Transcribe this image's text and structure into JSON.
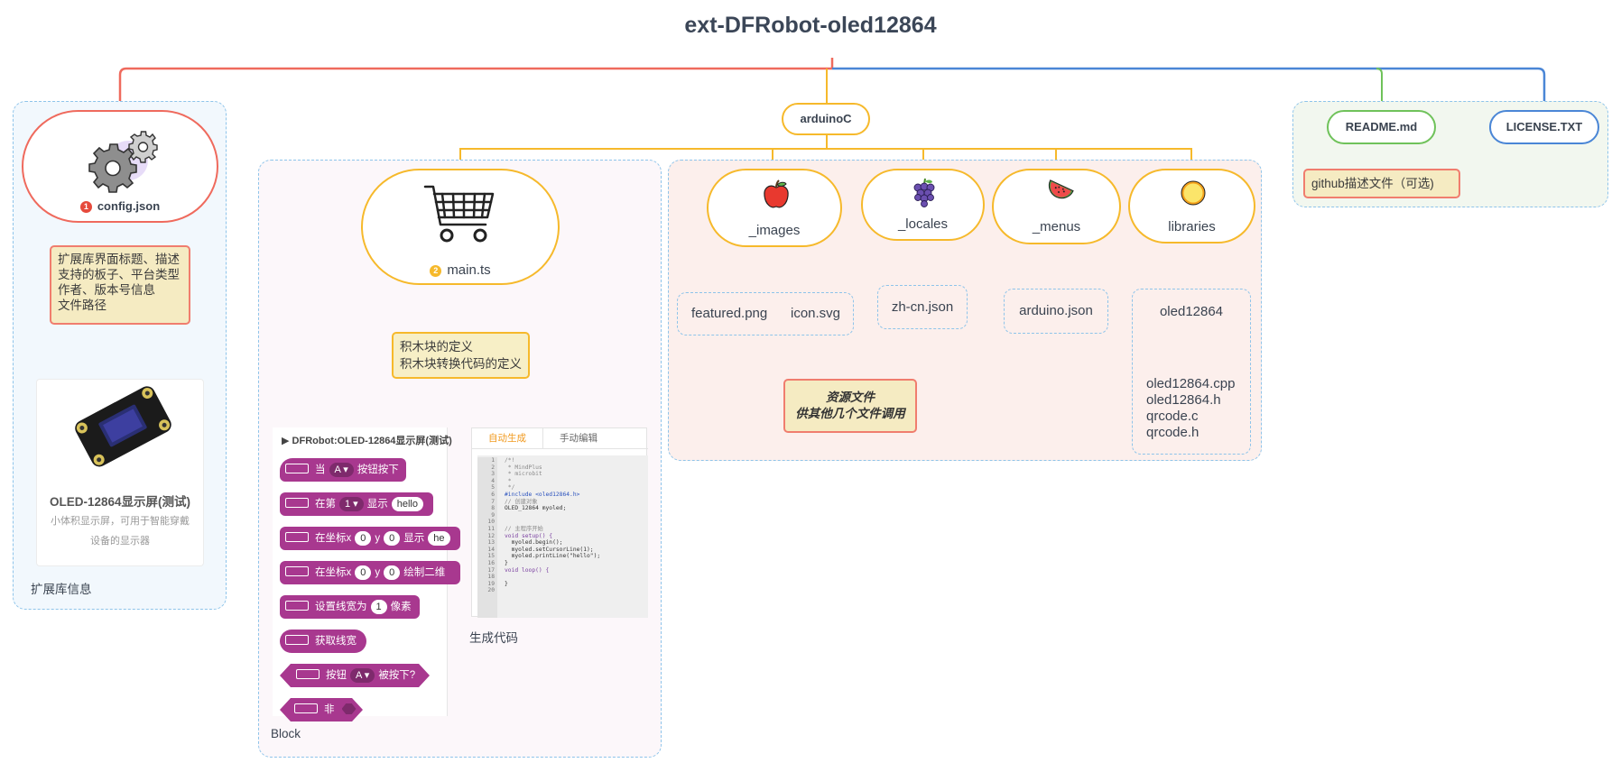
{
  "title": "ext-DFRobot-oled12864",
  "colors": {
    "red": "#ef6a5d",
    "yellow": "#f6b92b",
    "green": "#6fc25a",
    "blue": "#4a86d6",
    "dashed": "#8ec4ea",
    "block": "#a8388f"
  },
  "config": {
    "number": "1",
    "label": "config.json",
    "icon": "gears-icon",
    "note": [
      "扩展库界面标题、描述",
      "支持的板子、平台类型",
      "作者、版本号信息",
      "文件路径"
    ],
    "card_title": "OLED-12864显示屏(测试)",
    "card_desc": [
      "小体积显示屏，可用于智能穿戴",
      "设备的显示器"
    ],
    "region_label": "扩展库信息"
  },
  "arduino": {
    "label": "arduinoC"
  },
  "main": {
    "number": "2",
    "label": "main.ts",
    "icon": "shopping-cart-icon",
    "note": [
      "积木块的定义",
      "积木块转换代码的定义"
    ],
    "block_caption": "Block",
    "code_caption": "生成代码",
    "palette_title": "DFRobot:OLED-12864显示屏(测试)",
    "tabs": [
      "自动生成",
      "手动编辑"
    ],
    "blocks": {
      "b1": [
        "当",
        "A",
        "按钮按下"
      ],
      "b2": [
        "在第",
        "1",
        "显示",
        "hello"
      ],
      "b3": [
        "在坐标x",
        "0",
        "y",
        "0",
        "显示",
        "he"
      ],
      "b4": [
        "在坐标x",
        "0",
        "y",
        "0",
        "绘制二维"
      ],
      "b5": [
        "设置线宽为",
        "1",
        "像素"
      ],
      "b6": [
        "获取线宽"
      ],
      "b7": [
        "按钮",
        "A",
        "被按下?"
      ],
      "b8": [
        "非"
      ]
    },
    "code_lines": [
      "/*!",
      " * MindPlus",
      " * microbit",
      " *",
      " */",
      "#include <oled12864.h>",
      "// 创建对象",
      "OLED_12864 myoled;",
      "",
      "",
      "// 主程序开始",
      "void setup() {",
      "  myoled.begin();",
      "  myoled.setCursorLine(1);",
      "  myoled.printLine(\"hello\");",
      "}",
      "void loop() {",
      "",
      "}",
      ""
    ]
  },
  "images": {
    "label": "_images",
    "icon": "apple-icon",
    "files": [
      "featured.png",
      "icon.svg"
    ]
  },
  "locales": {
    "label": "_locales",
    "icon": "grapes-icon",
    "files": [
      "zh-cn.json"
    ]
  },
  "menus": {
    "label": "_menus",
    "icon": "watermelon-icon",
    "files": [
      "arduino.json"
    ]
  },
  "libraries": {
    "label": "libraries",
    "icon": "lemon-icon",
    "folder": "oled12864",
    "files": [
      "oled12864.cpp",
      "oled12864.h",
      "qrcode.c",
      "qrcode.h"
    ]
  },
  "resource_note": [
    "资源文件",
    "供其他几个文件调用"
  ],
  "readme": {
    "label": "README.md",
    "note": "github描述文件（可选)"
  },
  "license": {
    "label": "LICENSE.TXT"
  }
}
